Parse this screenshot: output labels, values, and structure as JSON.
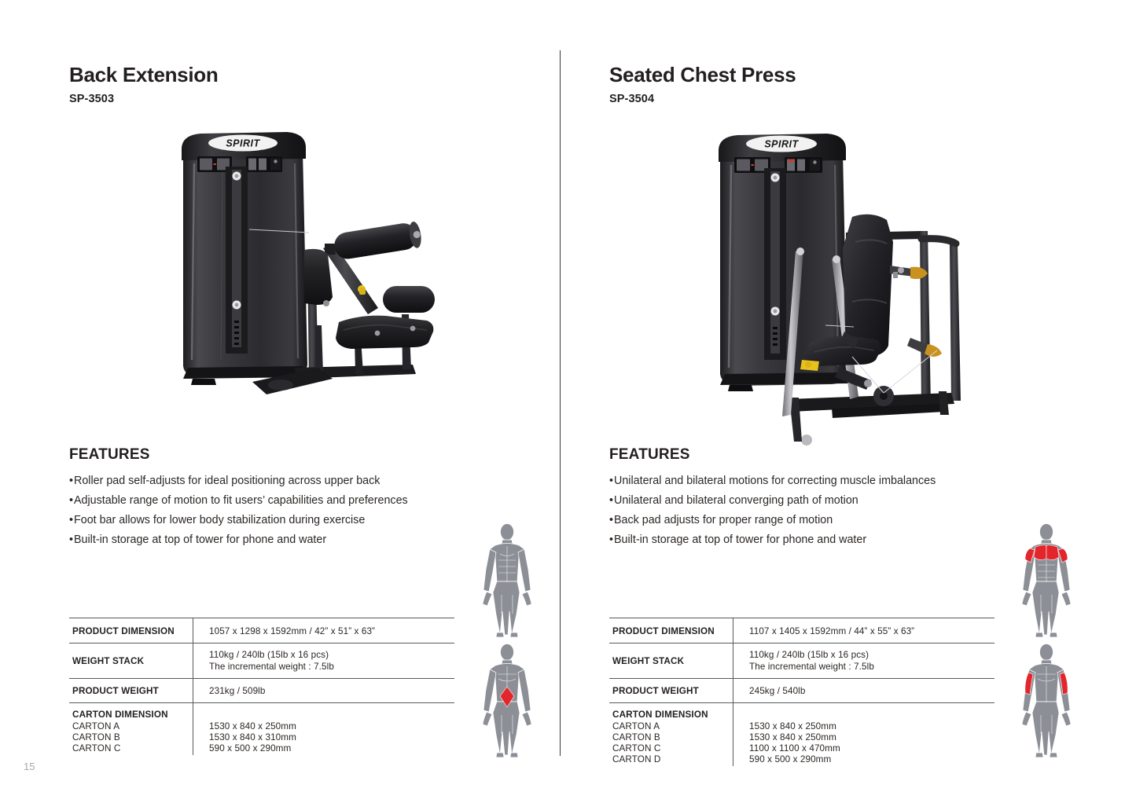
{
  "page": {
    "number": "15"
  },
  "products": [
    {
      "title": "Back Extension",
      "model": "SP-3503",
      "brand": "SPIRIT",
      "features_heading": "FEATURES",
      "features": [
        "Roller pad self-adjusts for ideal positioning across upper back",
        "Adjustable range of motion to fit users’ capabilities and preferences",
        "Foot bar allows for lower body stabilization during exercise",
        "Built-in storage at top of tower for phone and water"
      ],
      "specs": [
        {
          "label": "PRODUCT DIMENSION",
          "value": "1057 x 1298 x 1592mm / 42” x 51” x 63”"
        },
        {
          "label": "WEIGHT STACK",
          "value": "110kg / 240lb (15lb x 16 pcs)\nThe incremental weight : 7.5lb"
        },
        {
          "label": "PRODUCT WEIGHT",
          "value": "231kg / 509lb"
        }
      ],
      "carton_heading": "CARTON DIMENSION",
      "cartons": [
        {
          "label": "CARTON A",
          "value": "1530 x 840 x 250mm"
        },
        {
          "label": "CARTON B",
          "value": "1530 x 840 x 310mm"
        },
        {
          "label": "CARTON C",
          "value": "590 x 500 x 290mm"
        }
      ],
      "muscles": {
        "front_highlights": [],
        "back_highlights": [
          "lower-back"
        ]
      }
    },
    {
      "title": "Seated Chest Press",
      "model": "SP-3504",
      "brand": "SPIRIT",
      "features_heading": "FEATURES",
      "features": [
        "Unilateral and bilateral motions for correcting muscle imbalances",
        "Unilateral and bilateral converging path of motion",
        "Back pad adjusts for proper range of motion",
        "Built-in storage at top of tower for phone and water"
      ],
      "specs": [
        {
          "label": "PRODUCT DIMENSION",
          "value": "1107 x 1405 x 1592mm / 44” x 55” x 63”"
        },
        {
          "label": "WEIGHT STACK",
          "value": "110kg / 240lb (15lb x 16 pcs)\nThe incremental weight : 7.5lb"
        },
        {
          "label": "PRODUCT WEIGHT",
          "value": "245kg / 540lb"
        }
      ],
      "carton_heading": "CARTON DIMENSION",
      "cartons": [
        {
          "label": "CARTON A",
          "value": "1530 x 840 x 250mm"
        },
        {
          "label": "CARTON B",
          "value": "1530 x 840 x 250mm"
        },
        {
          "label": "CARTON C",
          "value": "1100 x 1100 x 470mm"
        },
        {
          "label": "CARTON D",
          "value": "590 x 500 x 290mm"
        }
      ],
      "muscles": {
        "front_highlights": [
          "chest",
          "front-deltoids"
        ],
        "back_highlights": [
          "triceps"
        ]
      }
    }
  ],
  "colors": {
    "text": "#231f20",
    "rule": "#57595b",
    "muscle_base": "#8c9096",
    "muscle_highlight": "#e3262c",
    "page_number": "#a8a8a8"
  }
}
